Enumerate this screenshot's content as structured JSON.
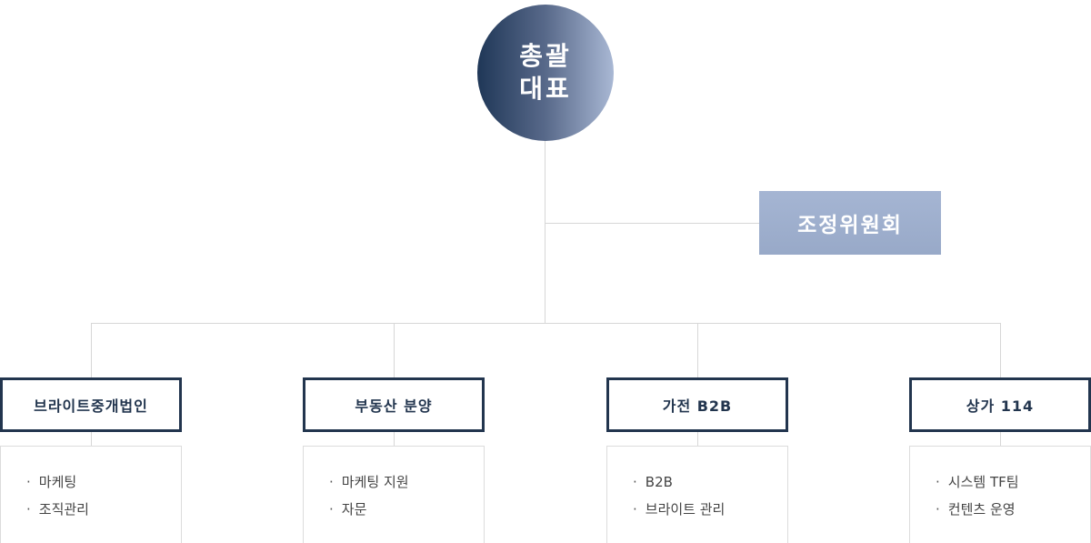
{
  "ceo": {
    "label": "총괄 대표"
  },
  "committee": {
    "label": "조정위원회"
  },
  "departments": [
    {
      "name": "브라이트중개법인",
      "duties": [
        "마케팅",
        "조직관리"
      ]
    },
    {
      "name": "부동산 분양",
      "duties": [
        "마케팅 지원",
        "자문"
      ]
    },
    {
      "name": "가전 B2B",
      "duties": [
        "B2B",
        "브라이트 관리"
      ]
    },
    {
      "name": "상가 114",
      "duties": [
        "시스템 TF팀",
        "컨텐츠 운영"
      ]
    }
  ],
  "colors": {
    "navy": "#22354e",
    "committee": "#a0b0ce",
    "gradient_start": "#1f3757",
    "gradient_end": "#a9b8d4",
    "connector": "#d7d7d7"
  }
}
